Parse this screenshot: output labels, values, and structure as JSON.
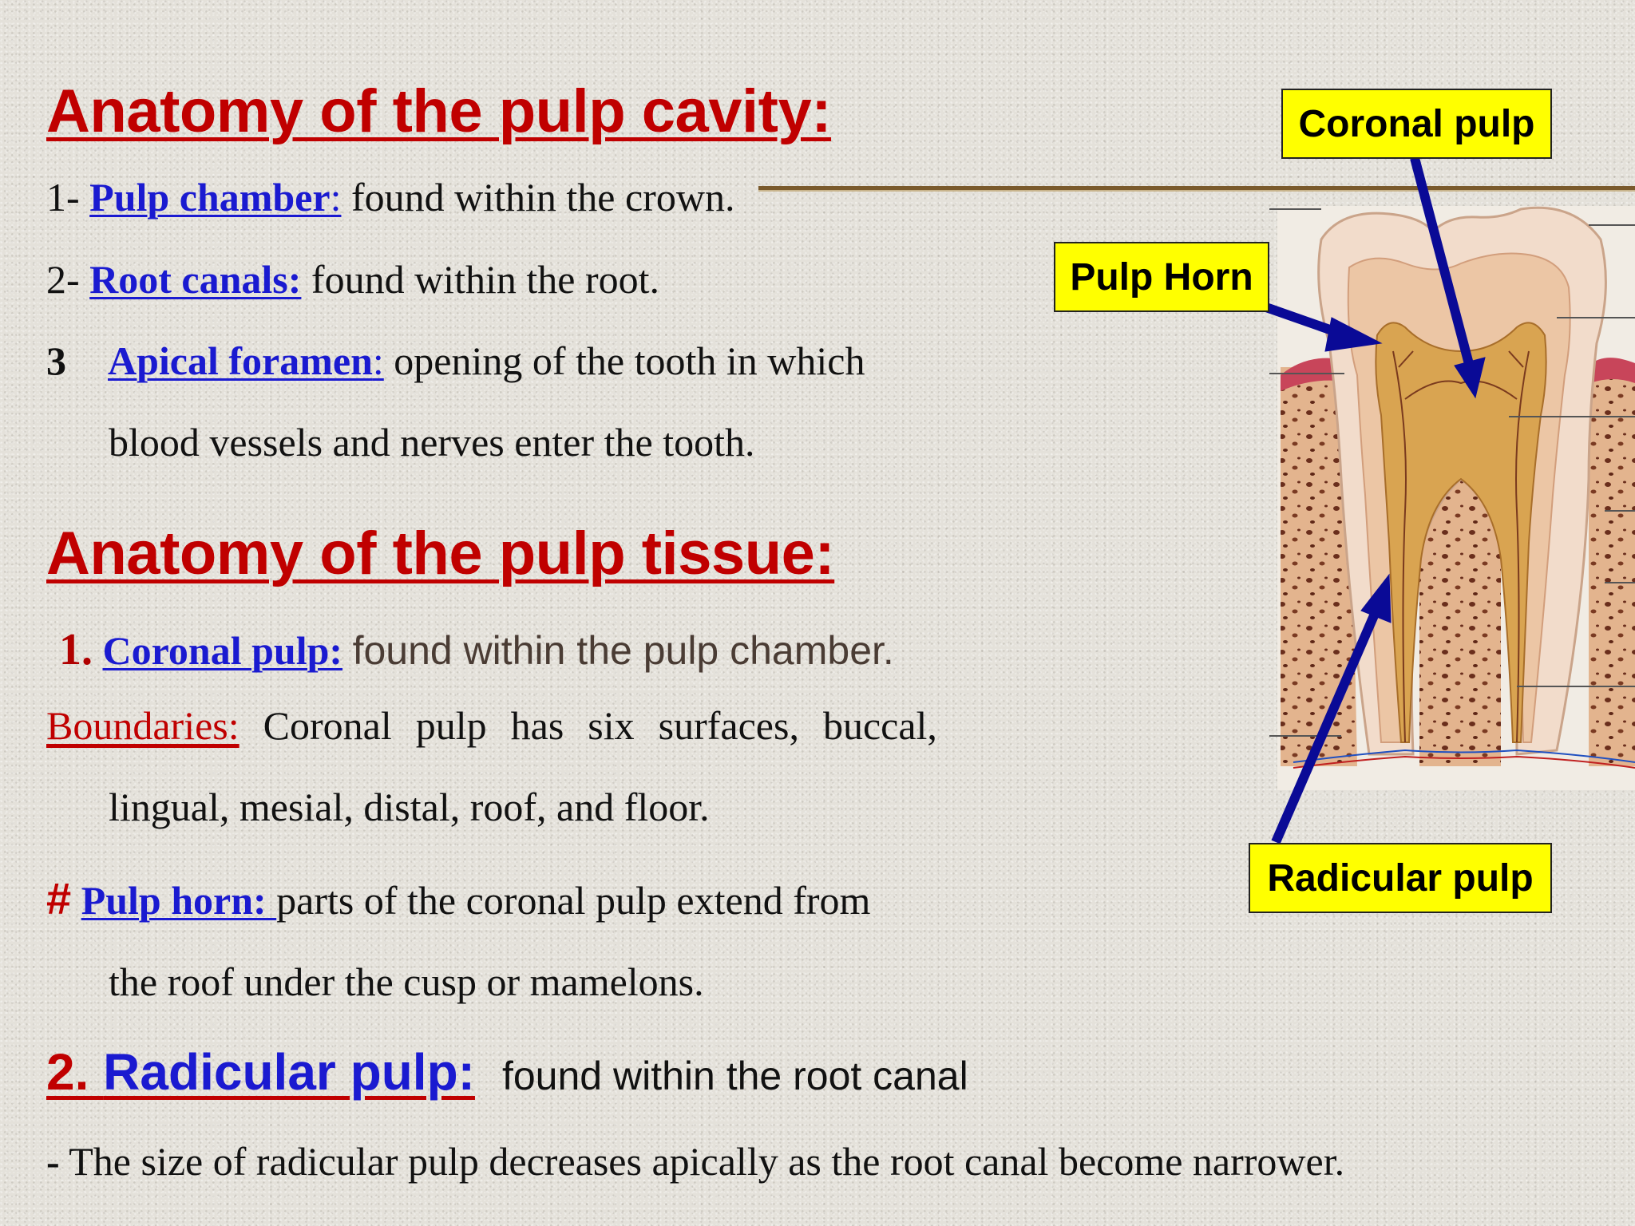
{
  "section1": {
    "title": "Anatomy of the pulp cavity:",
    "items": [
      {
        "prefix": "1- ",
        "term": "Pulp chamber",
        "colon": ":",
        "desc": " found within the crown."
      },
      {
        "prefix": "2- ",
        "term": "Root canals:",
        "colon": "",
        "desc": " found within the root."
      },
      {
        "prefix": "3",
        "term": "Apical foramen",
        "colon": ":",
        "desc": " opening of the tooth in which",
        "cont": "blood vessels and nerves enter the tooth."
      }
    ]
  },
  "section2": {
    "title": "Anatomy of the pulp tissue:",
    "coronal": {
      "num": "1.",
      "term": "Coronal pulp:",
      "desc": "found within the pulp chamber."
    },
    "boundaries": {
      "label": "Boundaries: ",
      "words": [
        "Coronal",
        "pulp",
        "has",
        "six",
        "surfaces,",
        "buccal,"
      ],
      "cont": "lingual, mesial, distal, roof, and floor."
    },
    "pulp_horn": {
      "hash": "#",
      "term": "Pulp horn: ",
      "desc": "parts of the coronal pulp extend from",
      "cont": "the roof under the cusp or mamelons."
    },
    "radicular": {
      "num": "2. ",
      "term": "Radicular pulp:",
      "desc": "found within the root canal"
    },
    "note": {
      "dash": "-",
      "text": " The size of radicular pulp decreases apically as the root canal become narrower."
    }
  },
  "figure": {
    "labels": {
      "coronal_pulp": "Coronal pulp",
      "pulp_horn": "Pulp Horn",
      "radicular_pulp": "Radicular pulp"
    },
    "colors": {
      "callout": "#ffff00",
      "arrow": "#0a0a96",
      "heading": "#c00000",
      "term": "#1a1ad0"
    }
  }
}
